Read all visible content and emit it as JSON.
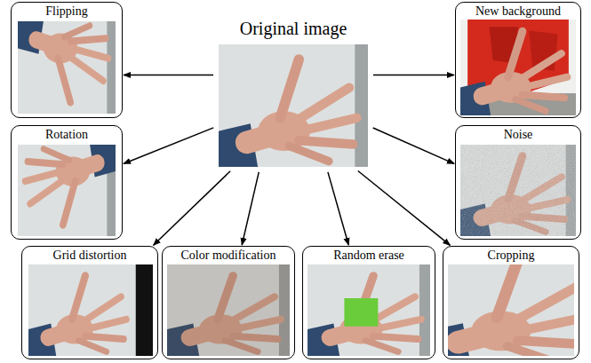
{
  "diagram": {
    "nodes": [
      {
        "text": [
          "Flipping"
        ]
      },
      {
        "text": [
          "Original image"
        ]
      },
      {
        "text": [
          "New background"
        ]
      },
      {
        "text": [
          "Rotation"
        ]
      },
      {
        "text": [
          "Noise"
        ]
      },
      {
        "text": [
          "Grid distortion"
        ]
      },
      {
        "text": [
          "Color modification"
        ]
      },
      {
        "text": [
          "Random erase"
        ]
      },
      {
        "text": [
          "Cropping"
        ]
      }
    ],
    "edges": [
      {
        "from": 1,
        "to": 0,
        "arrow": "to"
      },
      {
        "from": 1,
        "to": 2,
        "arrow": "to"
      },
      {
        "from": 1,
        "to": 3,
        "arrow": "to"
      },
      {
        "from": 1,
        "to": 4,
        "arrow": "to"
      },
      {
        "from": 1,
        "to": 5,
        "arrow": "to"
      },
      {
        "from": 1,
        "to": 6,
        "arrow": "to"
      },
      {
        "from": 1,
        "to": 7,
        "arrow": "to"
      },
      {
        "from": 1,
        "to": 8,
        "arrow": "to"
      }
    ]
  }
}
